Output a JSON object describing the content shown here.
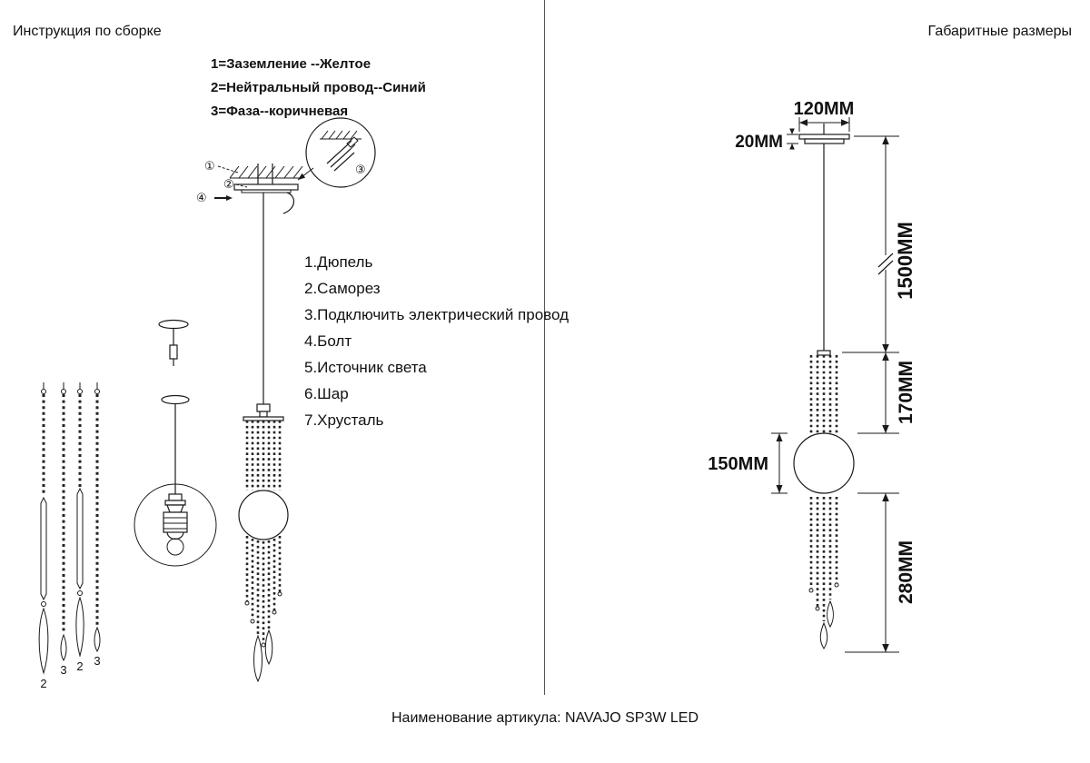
{
  "titles": {
    "left": "Инструкция по сборке",
    "right": "Габаритные размеры"
  },
  "wire_legend": {
    "line1": "1=Заземление --Желтое",
    "line2": "2=Нейтральный провод--Синий",
    "line3": "3=Фаза--коричневая"
  },
  "callouts": {
    "c1": "①",
    "c2": "②",
    "c3": "③",
    "c4": "④"
  },
  "parts": {
    "item1": "1.Дюпель",
    "item2": "2.Саморез",
    "item3": "3.Подключить электрический провод",
    "item4": "4.Болт",
    "item5": "5.Источник света",
    "item6": "6.Шар",
    "item7": "7.Хрусталь"
  },
  "chains": {
    "label1": "2",
    "label2": "3",
    "label3": "2",
    "label4": "3"
  },
  "dimensions": {
    "canopy_width": "120MM",
    "canopy_height": "20MM",
    "wire_length": "1500MM",
    "upper_section": "170MM",
    "sphere_diameter": "150MM",
    "lower_section": "280MM"
  },
  "footer": {
    "article_label": "Наименование артикула: NAVAJO SP3W LED"
  },
  "colors": {
    "ink": "#1a1a1a"
  }
}
